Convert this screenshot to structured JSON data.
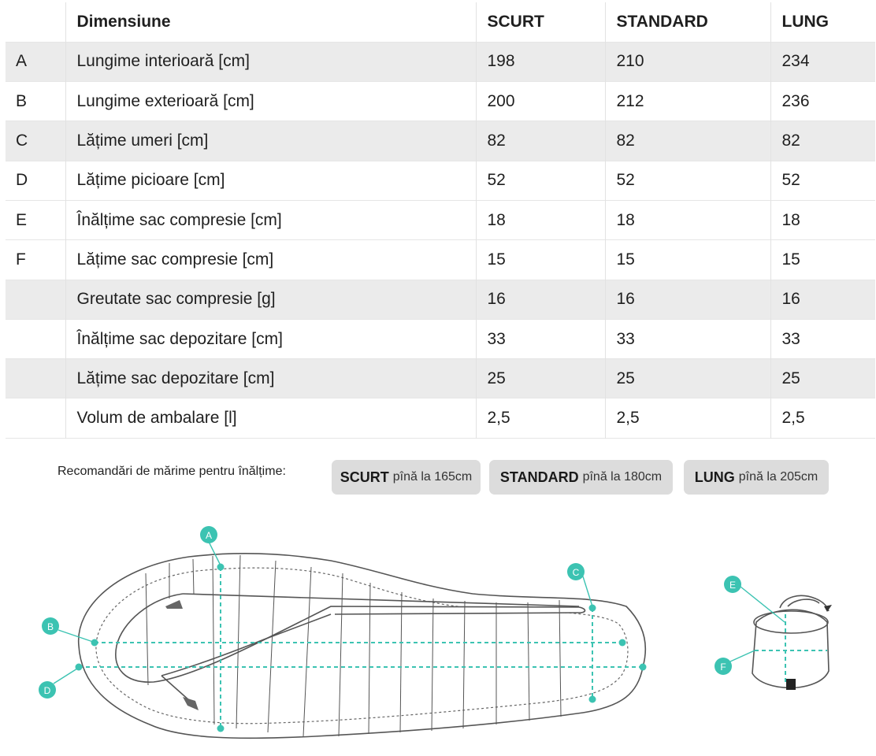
{
  "table": {
    "headers": [
      "",
      "Dimensiune",
      "SCURT",
      "STANDARD",
      "LUNG"
    ],
    "rows": [
      {
        "letter": "A",
        "label": "Lungime interioară [cm]",
        "scurt": "198",
        "standard": "210",
        "lung": "234"
      },
      {
        "letter": "B",
        "label": "Lungime exterioară [cm]",
        "scurt": "200",
        "standard": "212",
        "lung": "236"
      },
      {
        "letter": "C",
        "label": "Lățime umeri [cm]",
        "scurt": "82",
        "standard": "82",
        "lung": "82"
      },
      {
        "letter": "D",
        "label": "Lățime picioare [cm]",
        "scurt": "52",
        "standard": "52",
        "lung": "52"
      },
      {
        "letter": "E",
        "label": "Înălțime sac compresie [cm]",
        "scurt": "18",
        "standard": "18",
        "lung": "18"
      },
      {
        "letter": "F",
        "label": "Lățime sac compresie [cm]",
        "scurt": "15",
        "standard": "15",
        "lung": "15"
      },
      {
        "letter": "",
        "label": "Greutate sac compresie [g]",
        "scurt": "16",
        "standard": "16",
        "lung": "16"
      },
      {
        "letter": "",
        "label": "Înălțime sac depozitare [cm]",
        "scurt": "33",
        "standard": "33",
        "lung": "33"
      },
      {
        "letter": "",
        "label": "Lățime sac depozitare [cm]",
        "scurt": "25",
        "standard": "25",
        "lung": "25"
      },
      {
        "letter": "",
        "label": "Volum de ambalare [l]",
        "scurt": "2,5",
        "standard": "2,5",
        "lung": "2,5"
      }
    ]
  },
  "recommendations": {
    "label": "Recomandări de mărime pentru înălțime:",
    "chips": [
      {
        "size": "SCURT",
        "text": "pînă la 165cm"
      },
      {
        "size": "STANDARD",
        "text": "pînă la 180cm"
      },
      {
        "size": "LUNG",
        "text": "pînă la 205cm"
      }
    ]
  },
  "diagram": {
    "markers": {
      "a": "A",
      "b": "B",
      "c": "C",
      "d": "D",
      "e": "E",
      "f": "F"
    },
    "colors": {
      "accent": "#3cc3b2",
      "outline": "#555555",
      "shade": "#ebebeb",
      "chip": "#dcdcdc"
    }
  }
}
